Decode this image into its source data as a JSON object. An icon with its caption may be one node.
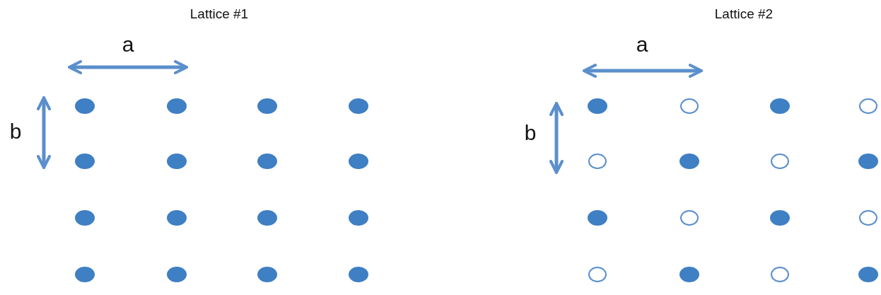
{
  "diagram": {
    "labels": [
      "Lattice #1",
      "a",
      "b",
      "Lattice #2",
      "a",
      "b"
    ]
  }
}
